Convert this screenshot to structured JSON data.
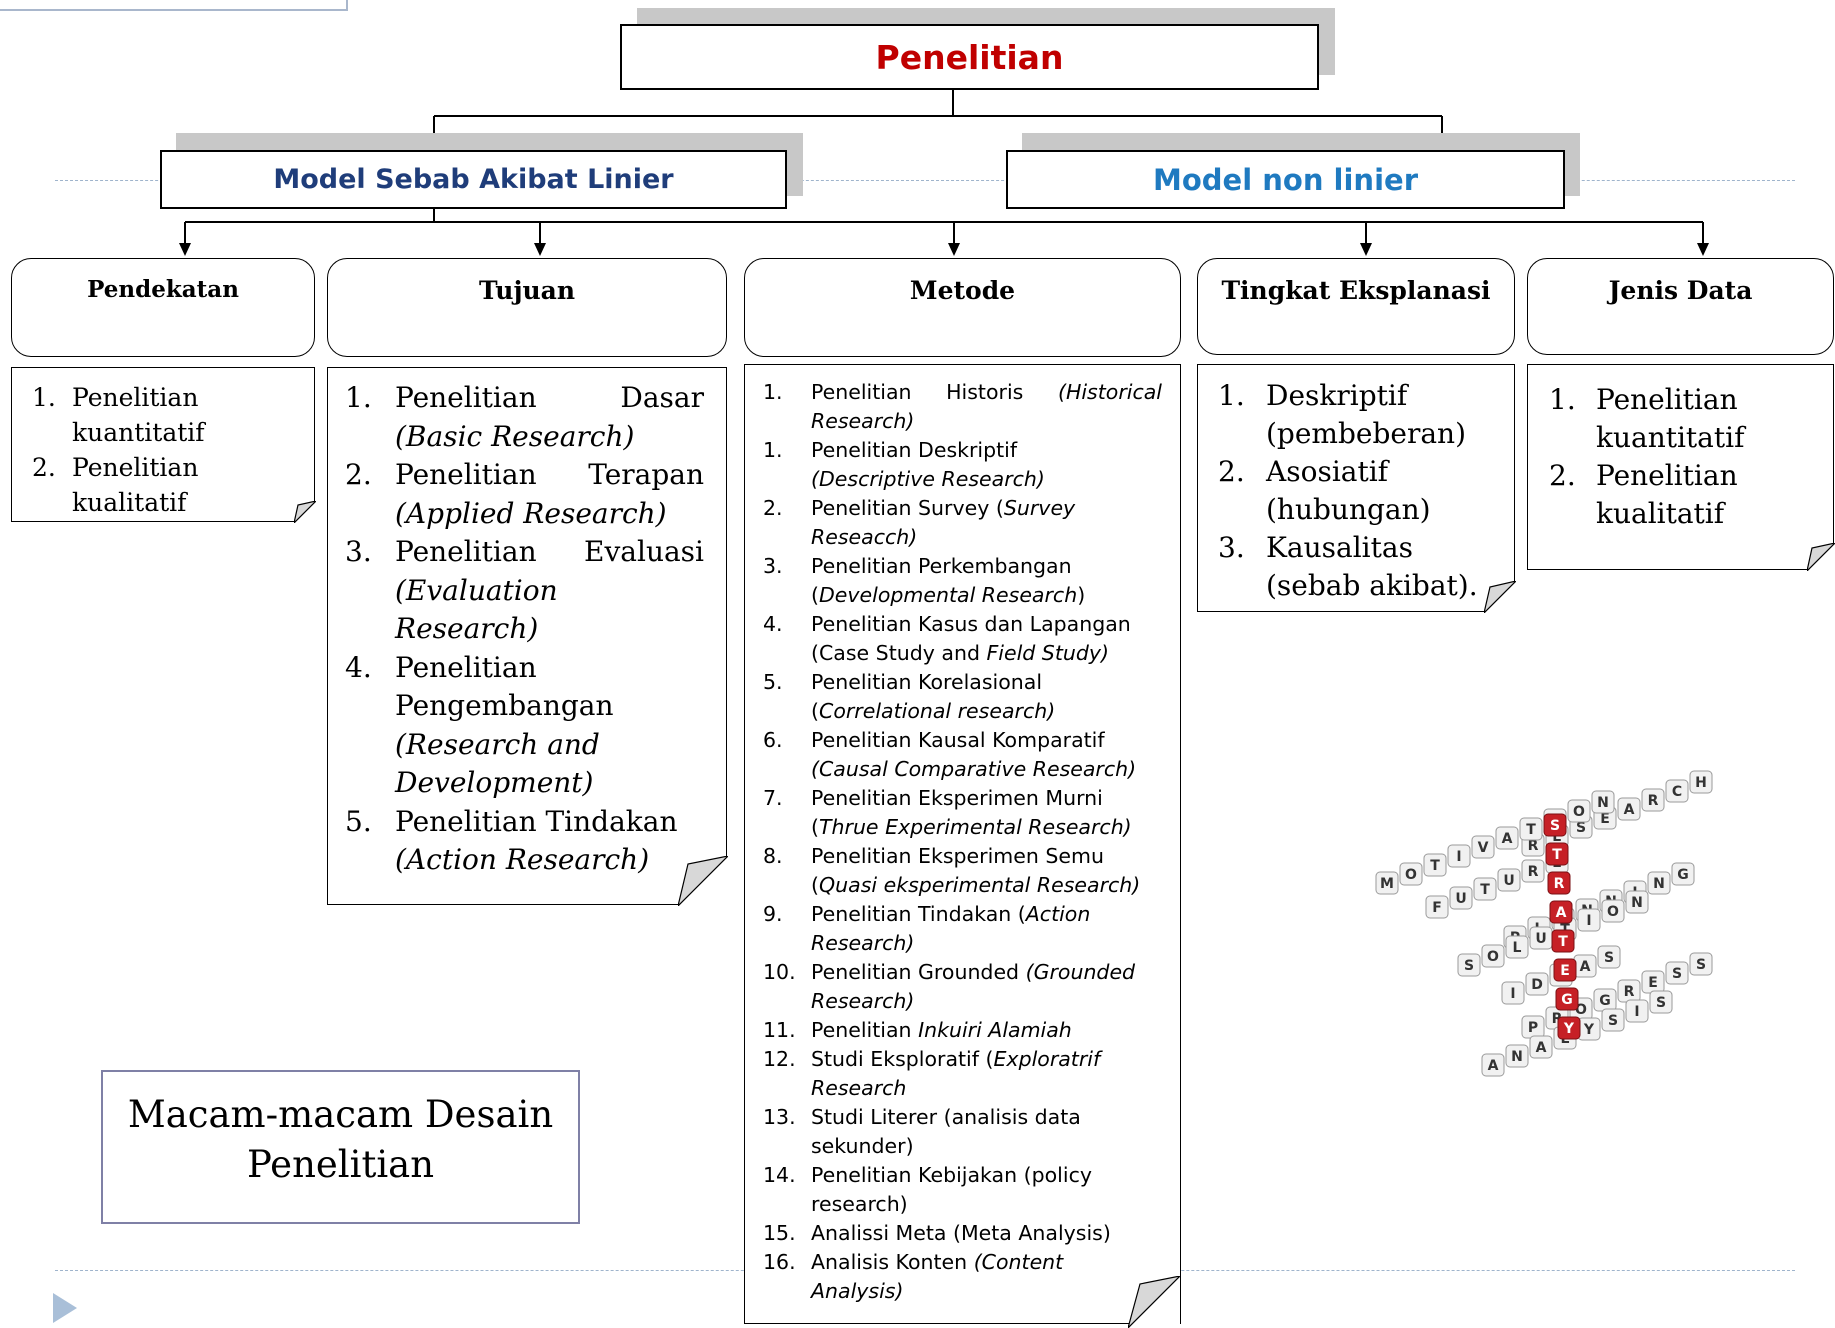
{
  "root": {
    "label": "Penelitian",
    "color": "#c00000"
  },
  "models": [
    {
      "label": "Model Sebab Akibat Linier",
      "color": "#1f3d7a"
    },
    {
      "label": "Model non linier",
      "color": "#1f7ac0"
    }
  ],
  "categories": {
    "pendekatan": "Pendekatan",
    "tujuan": "Tujuan",
    "metode": "Metode",
    "tingkat": "Tingkat Eksplanasi",
    "jenis": "Jenis Data"
  },
  "pendekatan_items": [
    {
      "num": "1.",
      "a": "Penelitian",
      "b": "kuantitatif"
    },
    {
      "num": "2.",
      "a": "Penelitian",
      "b": "kualitatif"
    }
  ],
  "tujuan_items": [
    {
      "num": "1.",
      "a": "Penelitian",
      "a2": "Dasar",
      "i": "(Basic Research)"
    },
    {
      "num": "2.",
      "a": "Penelitian",
      "a2": "Terapan",
      "i": "(Applied Research)"
    },
    {
      "num": "3.",
      "a": "Penelitian",
      "a2": "Evaluasi",
      "i": "(Evaluation Research)"
    },
    {
      "num": "4.",
      "a": "Penelitian",
      "a3": "Pengembangan",
      "i": "(Research and",
      "i2": "Development)"
    },
    {
      "num": "5.",
      "a": "Penelitian Tindakan",
      "i": "(Action Research)"
    }
  ],
  "metode_items": [
    {
      "num": "1.",
      "n": "Penelitian Historis",
      "i": "(Historical Research)"
    },
    {
      "num": "1.",
      "n": "Penelitian Deskriptif",
      "i": "(Descriptive Research)"
    },
    {
      "num": "2.",
      "n": "Penelitian Survey (",
      "i": "Survey Reseacch)"
    },
    {
      "num": "3.",
      "n": "Penelitian Perkembangan (",
      "i": "Developmental Research",
      "c": ")"
    },
    {
      "num": "4.",
      "n": "Penelitian Kasus dan Lapangan (Case Study and",
      "i": "Field Study)"
    },
    {
      "num": "5.",
      "n": "Penelitian Korelasional (",
      "i": "Correlational research)"
    },
    {
      "num": "6.",
      "n": "Penelitian Kausal Komparatif",
      "i": "(Causal Comparative Research)"
    },
    {
      "num": "7.",
      "n": "Penelitian Eksperimen Murni (",
      "i": "Thrue Experimental Research)"
    },
    {
      "num": "8.",
      "n": "Penelitian Eksperimen Semu (",
      "i": "Quasi eksperimental Research)"
    },
    {
      "num": "9.",
      "n": "Penelitian Tindakan (",
      "i": "Action Research)"
    },
    {
      "num": "10.",
      "n": "Penelitian Grounded",
      "i": "(Grounded Research)"
    },
    {
      "num": "11.",
      "n": "Penelitian",
      "i": "Inkuiri Alamiah"
    },
    {
      "num": "12.",
      "n": "Studi Eksploratif (",
      "i": "Exploratrif Research"
    },
    {
      "num": "13.",
      "n": "Studi Literer (analisis data sekunder)"
    },
    {
      "num": "14.",
      "n": "Penelitian Kebijakan (policy research)"
    },
    {
      "num": "15.",
      "n": "Analissi Meta (Meta Analysis)"
    },
    {
      "num": "16.",
      "n": "Analisis Konten",
      "i": "(Content Analysis)"
    }
  ],
  "tingkat_items": [
    {
      "num": "1.",
      "a": "Deskriptif",
      "b": "(pembeberan)"
    },
    {
      "num": "2.",
      "a": "Asosiatif",
      "b": "(hubungan)"
    },
    {
      "num": "3.",
      "a": "Kausalitas",
      "b": "(sebab akibat)."
    }
  ],
  "jenis_items": [
    {
      "num": "1.",
      "a": "Penelitian",
      "b": "kuantitatif"
    },
    {
      "num": "2.",
      "a": "Penelitian",
      "b": "kualitatif"
    }
  ],
  "caption": {
    "line1": "Macam-macam Desain",
    "line2": "Penelitian"
  },
  "image_words": [
    "RESEARCH",
    "MOTIVATION",
    "FUTURE",
    "PLANNING",
    "SOLUTION",
    "IDEAS",
    "PROGRESS",
    "ANALYSIS",
    "STRATEGY"
  ],
  "nav_icon": "play-triangle-icon"
}
